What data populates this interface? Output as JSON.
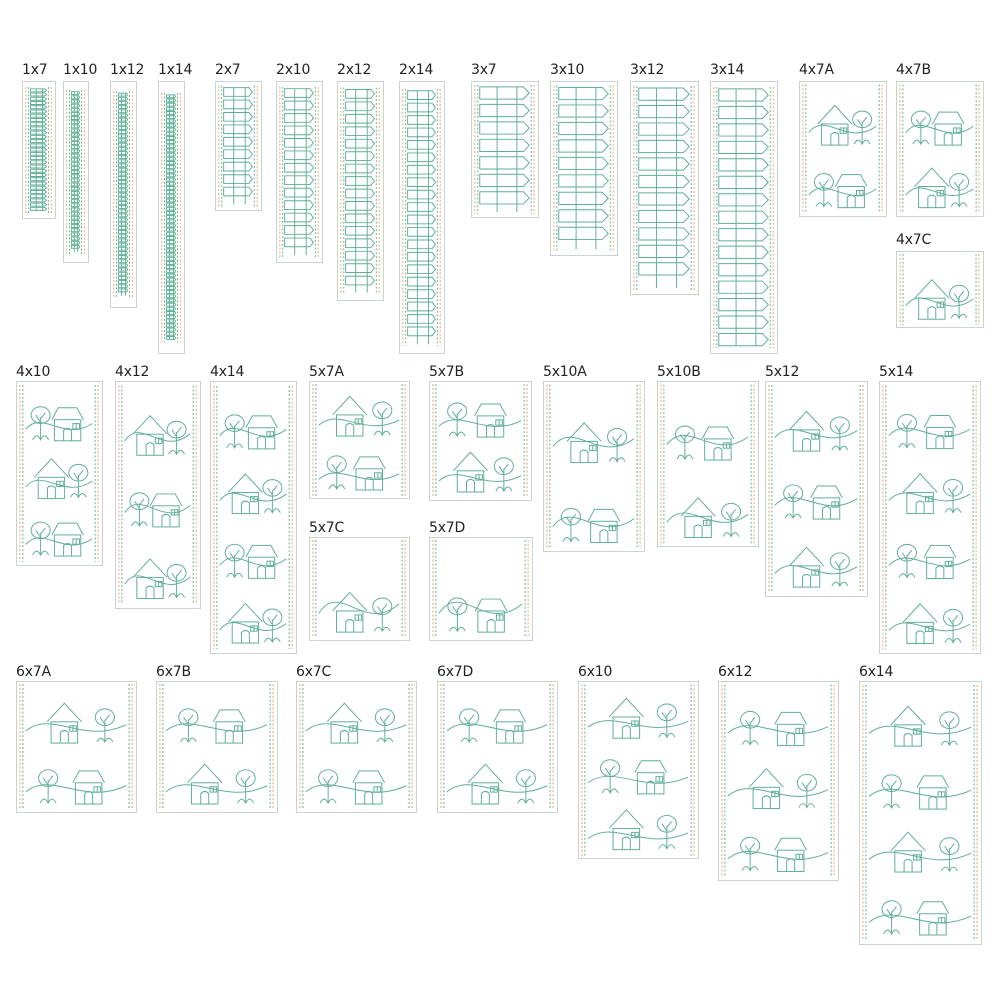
{
  "colors": {
    "stitch": "#5fae96",
    "accent": "#e7a35c",
    "label": "#222222",
    "frame": "#c9d3cf"
  },
  "rows": [
    [
      {
        "label": "1x7",
        "motif": "fence-tiny"
      },
      {
        "label": "1x10",
        "motif": "fence-tiny"
      },
      {
        "label": "1x12",
        "motif": "fence-tiny"
      },
      {
        "label": "1x14",
        "motif": "fence-tiny"
      },
      {
        "label": "2x7",
        "motif": "fence-small"
      },
      {
        "label": "2x10",
        "motif": "fence-small"
      },
      {
        "label": "2x12",
        "motif": "fence-small"
      },
      {
        "label": "2x14",
        "motif": "fence-small"
      },
      {
        "label": "3x7",
        "motif": "fence-large"
      },
      {
        "label": "3x10",
        "motif": "fence-large"
      },
      {
        "label": "3x12",
        "motif": "fence-large"
      },
      {
        "label": "3x14",
        "motif": "fence-large"
      },
      {
        "label": "4x7A",
        "motif": "village"
      },
      {
        "label": "4x7B",
        "motif": "village"
      },
      {
        "label": "4x7C",
        "motif": "village"
      }
    ],
    [
      {
        "label": "4x10",
        "motif": "village"
      },
      {
        "label": "4x12",
        "motif": "village"
      },
      {
        "label": "4x14",
        "motif": "village"
      },
      {
        "label": "5x7A",
        "motif": "village"
      },
      {
        "label": "5x7B",
        "motif": "village"
      },
      {
        "label": "5x10A",
        "motif": "village"
      },
      {
        "label": "5x10B",
        "motif": "village"
      },
      {
        "label": "5x12",
        "motif": "village"
      },
      {
        "label": "5x14",
        "motif": "village"
      },
      {
        "label": "5x7C",
        "motif": "village"
      },
      {
        "label": "5x7D",
        "motif": "village"
      }
    ],
    [
      {
        "label": "6x7A",
        "motif": "village"
      },
      {
        "label": "6x7B",
        "motif": "village"
      },
      {
        "label": "6x7C",
        "motif": "village"
      },
      {
        "label": "6x7D",
        "motif": "village"
      },
      {
        "label": "6x10",
        "motif": "village"
      },
      {
        "label": "6x12",
        "motif": "village"
      },
      {
        "label": "6x14",
        "motif": "village"
      }
    ]
  ]
}
